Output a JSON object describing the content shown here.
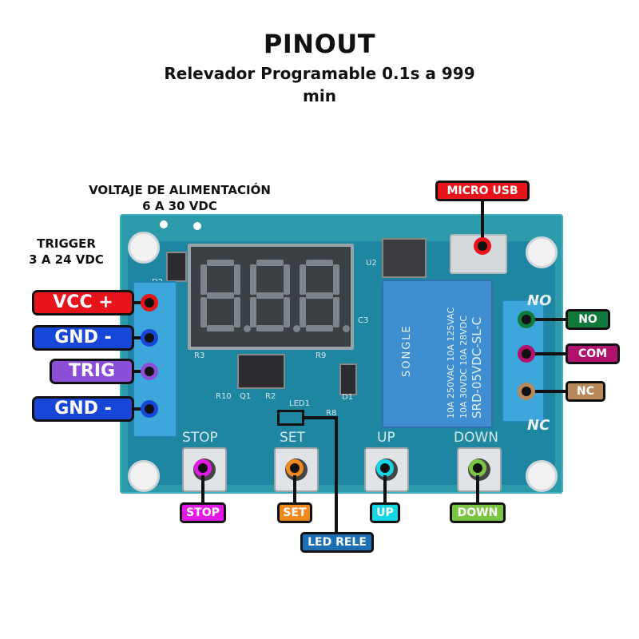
{
  "header": {
    "title": "PINOUT",
    "subtitle_line1": "Relevador Programable 0.1s a 999",
    "subtitle_line2": "min"
  },
  "notes": {
    "supply_voltage_line1": "VOLTAJE DE ALIMENTACIÓN",
    "supply_voltage_line2": "6 A 30 VDC",
    "trigger_line1": "TRIGGER",
    "trigger_line2": "3 A 24 VDC"
  },
  "left_pins": [
    {
      "label": "VCC +",
      "color": "#e8141c"
    },
    {
      "label": "GND -",
      "color": "#1846d8"
    },
    {
      "label": "TRIG",
      "color": "#8a4fd6"
    },
    {
      "label": "GND -",
      "color": "#1846d8"
    }
  ],
  "right_pins": [
    {
      "label": "NO",
      "color": "#0f7a3c"
    },
    {
      "label": "COM",
      "color": "#b0126e"
    },
    {
      "label": "NC",
      "color": "#b8895a"
    }
  ],
  "top_pin": {
    "label": "MICRO USB",
    "color": "#e8141c"
  },
  "buttons": [
    {
      "label": "STOP",
      "pcb_text": "STOP",
      "color": "#e21ae8"
    },
    {
      "label": "SET",
      "pcb_text": "SET",
      "color": "#f08a1e"
    },
    {
      "label": "UP",
      "pcb_text": "UP",
      "color": "#16d6e6"
    },
    {
      "label": "DOWN",
      "pcb_text": "DOWN",
      "color": "#7cc443"
    }
  ],
  "led_label": {
    "label": "LED RELE",
    "color": "#1a6fb5"
  },
  "board": {
    "relay_brand": "SONGLE",
    "relay_rating1": "10A 250VAC  10A 125VAC",
    "relay_rating2": "10A  30VDC  10A  28VDC",
    "relay_model": "SRD-05VDC-SL-C",
    "terminal_top_text": "NO",
    "terminal_bottom_text": "NC",
    "silk": {
      "r3": "R3",
      "r9": "R9",
      "r10": "R10",
      "q1": "Q1",
      "r2": "R2",
      "led1": "LED1",
      "r8": "R8",
      "d1": "D1",
      "d2": "D2",
      "c3": "C3",
      "u2": "U2"
    }
  }
}
